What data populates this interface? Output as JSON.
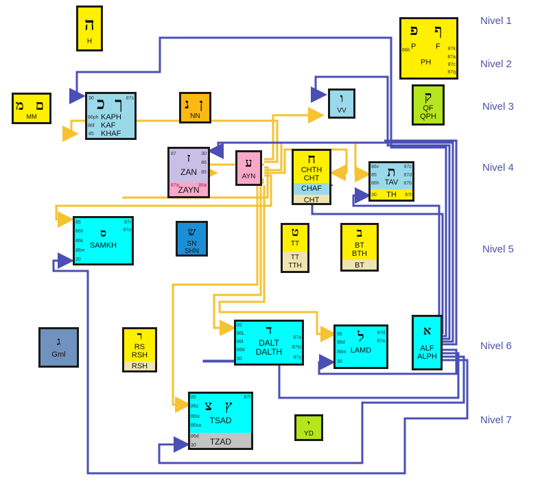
{
  "levels": [
    "Nivel 1",
    "Nivel 2",
    "Nivel 3",
    "Nivel 4",
    "Nivel 5",
    "Nivel 6",
    "Nivel 7"
  ],
  "colors": {
    "wire_yellow": "#f5c231",
    "wire_blue": "#4a4fb5",
    "level_text": "#4a50a8"
  },
  "letters": {
    "he": {
      "glyph": "ה",
      "names": [
        "H"
      ]
    },
    "pe": {
      "glyph": "ף פ",
      "names": [
        "P",
        "F",
        "PH"
      ],
      "codes_left": [
        "86h"
      ],
      "codes_right": [
        "87k",
        "87a",
        "87c",
        "87q"
      ]
    },
    "mem": {
      "glyph": "ם מ",
      "names": [
        "MM"
      ]
    },
    "kaf": {
      "glyph": "ך כ",
      "names": [
        "KAPH",
        "KAF",
        "KHAF"
      ],
      "codes_left": [
        "30",
        "86ph",
        "86f",
        "85"
      ],
      "codes_right": [
        "87s"
      ]
    },
    "nun": {
      "glyph": "ן נ",
      "names": [
        "NN"
      ]
    },
    "vav": {
      "glyph": "ו",
      "names": [
        "VV"
      ]
    },
    "qof": {
      "glyph": "ק",
      "names": [
        "QF",
        "QPH"
      ]
    },
    "zayin": {
      "glyph": "ז",
      "names": [
        "ZAN",
        "ZAYN"
      ],
      "codes_left": [
        "87",
        "87a"
      ],
      "codes_right": [
        "30",
        "86",
        "85",
        "86a"
      ]
    },
    "ayin": {
      "glyph": "ע",
      "names": [
        "AYN"
      ]
    },
    "chet": {
      "glyph": "ח",
      "names": [
        "CHTH",
        "CHT",
        "CHAF",
        "CHT"
      ]
    },
    "tav": {
      "glyph": "ת",
      "names": [
        "TAV",
        "TH"
      ],
      "codes_left": [
        "86v",
        "85",
        "86h",
        "30"
      ],
      "codes_right": [
        "87c",
        "87d",
        "87b",
        "87t"
      ]
    },
    "samekh": {
      "glyph": "ס",
      "names": [
        "SAMKH"
      ],
      "codes_left": [
        "85",
        "86h",
        "86k",
        "86m",
        "30"
      ],
      "codes_right": [
        "87r",
        "87a"
      ]
    },
    "shin": {
      "glyph": "ש",
      "names": [
        "SN",
        "SHN"
      ]
    },
    "tet": {
      "glyph": "ט",
      "names": [
        "TT",
        "TT",
        "TTH"
      ]
    },
    "bet": {
      "glyph": "ב",
      "names": [
        "BT",
        "BTH",
        "BT"
      ]
    },
    "gimel": {
      "glyph": "ג",
      "names": [
        "Gml"
      ]
    },
    "resh": {
      "glyph": "ר",
      "names": [
        "RS",
        "RSH",
        "RSH"
      ]
    },
    "dalet": {
      "glyph": "ד",
      "names": [
        "DALT",
        "DALTH"
      ],
      "codes_left": [
        "85",
        "86L",
        "86t",
        "86tt",
        "30"
      ],
      "codes_right": [
        "87a",
        "87ts",
        "87y"
      ]
    },
    "lamed": {
      "glyph": "ל",
      "names": [
        "LAMD"
      ],
      "codes_left": [
        "85",
        "86d",
        "86m",
        "30"
      ],
      "codes_right": [
        "87d",
        "87a"
      ]
    },
    "alef": {
      "glyph": "א",
      "names": [
        "ALF",
        "ALPH"
      ]
    },
    "tsadi": {
      "glyph": "ץ צ",
      "names": [
        "TSAD",
        "TZAD"
      ],
      "codes_left": [
        "85",
        "86z",
        "86si",
        "86sa",
        "86d",
        "30"
      ],
      "codes_right": [
        "87t"
      ]
    },
    "yod": {
      "glyph": "י",
      "names": [
        "YD"
      ]
    }
  }
}
